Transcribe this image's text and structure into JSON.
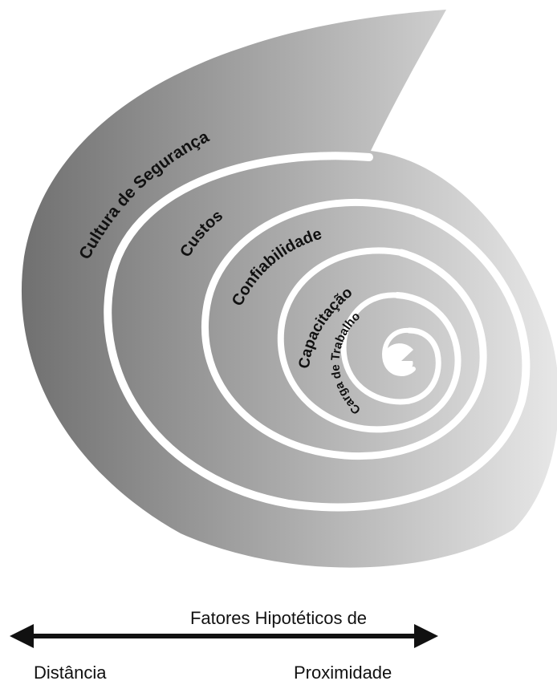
{
  "spiral": {
    "layers": [
      {
        "label": "Cultura de Segurança"
      },
      {
        "label": "Custos"
      },
      {
        "label": "Confiabilidade"
      },
      {
        "label": "Capacitação"
      },
      {
        "label": "Carga de Trabalho"
      }
    ]
  },
  "axis": {
    "title": "Fatores Hipotéticos de",
    "left_label": "Distância",
    "right_label": "Proximidade"
  },
  "colors": {
    "gradient_dark": "#6f6f6f",
    "gradient_light": "#e6e6e6",
    "gap": "#ffffff",
    "text": "#111111"
  }
}
